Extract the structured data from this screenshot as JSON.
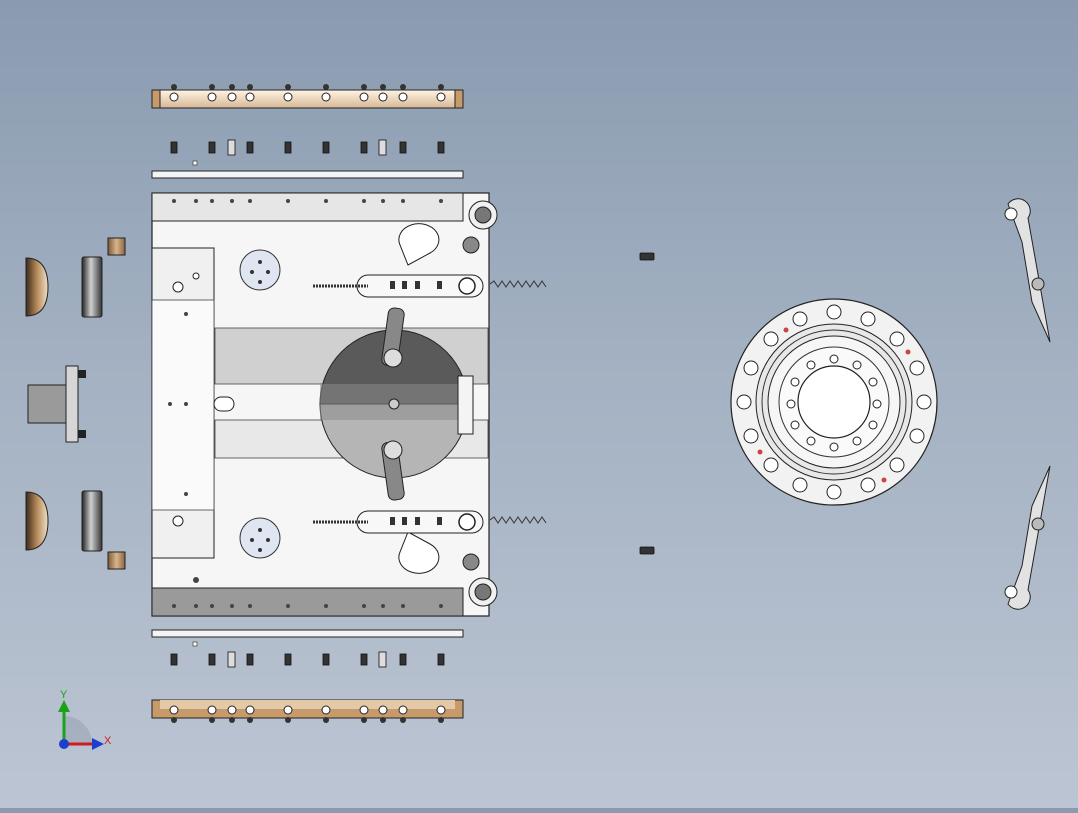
{
  "viewport": {
    "background_top": "#8a9bb0",
    "background_bottom": "#bcc5d3"
  },
  "palette": {
    "metal_light": "#f2f2f2",
    "metal_mid": "#c9c9c9",
    "metal_dark": "#4a4a4a",
    "bronze": "#c8a27a",
    "outline": "#222222",
    "triad_x": "#d01c1c",
    "triad_y": "#1aa31a",
    "triad_z": "#1d3fd0"
  },
  "triad": {
    "x_label": "X",
    "y_label": "Y"
  },
  "parts": [
    "top-rail",
    "top-screws",
    "top-strip",
    "base-plate",
    "left-rollers",
    "left-motor",
    "rotary-disc",
    "bearing-ring",
    "right-arms",
    "bottom-strip",
    "bottom-screws",
    "bottom-rail"
  ]
}
